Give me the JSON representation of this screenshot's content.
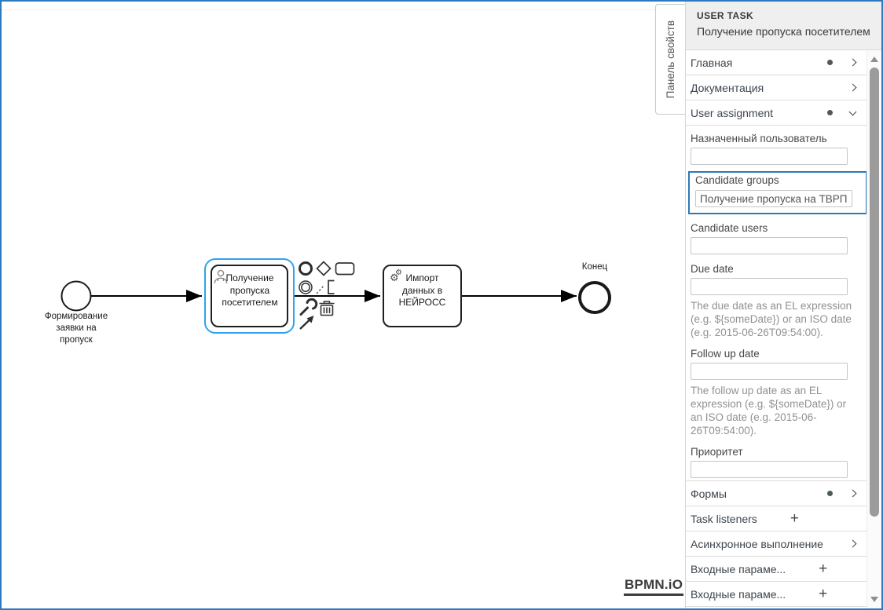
{
  "glyphs": {
    "plus": "+",
    "gear": "⚙"
  },
  "colors": {
    "frame_blue": "#2e7ac0",
    "highlight_blue": "#2b7ab8",
    "selection_blue": "#2fa3ee",
    "header_bg": "#efefef"
  },
  "diagram": {
    "start_event_label": "Формирование\nзаявки на\nпропуск",
    "user_task_label": "Получение\nпропуска\nпосетителем",
    "service_task_label": "Импорт\nданных в\nНЕЙРОСС",
    "end_event_label": "Конец",
    "logo": "BPMN.iO"
  },
  "properties_panel": {
    "tab_label": "Панель свойств",
    "header": {
      "element_type": "USER TASK",
      "element_name": "Получение пропуска посетителем"
    },
    "groups": [
      {
        "label": "Главная",
        "indicator": "dot",
        "chevron": "right"
      },
      {
        "label": "Документация",
        "chevron": "right"
      },
      {
        "label": "User assignment",
        "indicator": "dot",
        "chevron": "down"
      },
      {
        "label": "Формы",
        "indicator": "dot",
        "chevron": "right"
      },
      {
        "label": "Task listeners",
        "action": "plus"
      },
      {
        "label": "Асинхронное выполнение",
        "chevron": "right"
      },
      {
        "label": "Входные параме...",
        "action": "plus"
      },
      {
        "label": "Входные параме...",
        "action": "plus"
      }
    ],
    "user_assignment": {
      "assignee": {
        "label": "Назначенный пользователь",
        "value": ""
      },
      "candidate_groups": {
        "label": "Candidate groups",
        "value": "Получение пропуска на ТВРП"
      },
      "candidate_users": {
        "label": "Candidate users",
        "value": ""
      },
      "due_date": {
        "label": "Due date",
        "value": "",
        "help": "The due date as an EL expression\n(e.g. ${someDate}) or an ISO date\n(e.g. 2015-06-26T09:54:00)."
      },
      "follow_up_date": {
        "label": "Follow up date",
        "value": "",
        "help": "The follow up date as an EL\nexpression (e.g. ${someDate}) or\nan ISO date (e.g. 2015-06-\n26T09:54:00)."
      },
      "priority": {
        "label": "Приоритет",
        "value": ""
      }
    }
  }
}
